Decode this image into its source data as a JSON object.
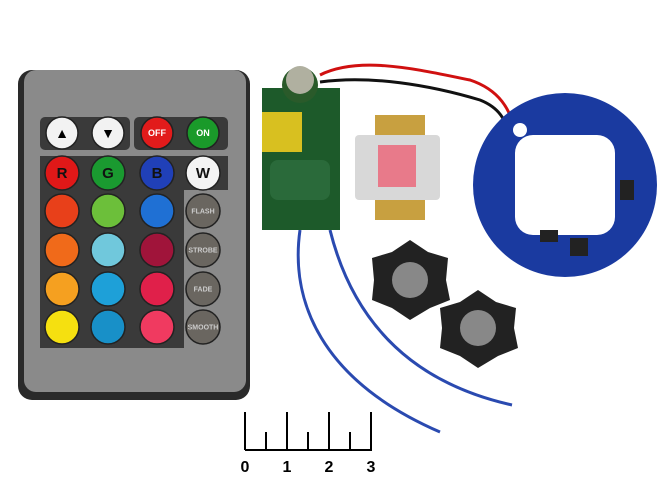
{
  "remote": {
    "top_buttons": [
      {
        "icon": "brightness-up-icon",
        "color": "#f2f2f2"
      },
      {
        "icon": "brightness-down-icon",
        "color": "#f2f2f2"
      },
      {
        "label": "OFF",
        "color": "#e21b1b"
      },
      {
        "label": "ON",
        "color": "#1a9a2a"
      }
    ],
    "rgbw": [
      {
        "label": "R",
        "color": "#e01818"
      },
      {
        "label": "G",
        "color": "#1a9a30"
      },
      {
        "label": "B",
        "color": "#2040b8"
      },
      {
        "label": "W",
        "color": "#f4f4f4"
      }
    ],
    "color_grid": [
      [
        "#e8401a",
        "#6cbf3a",
        "#1f70d4"
      ],
      [
        "#f06a1a",
        "#70c8dc",
        "#a0143a"
      ],
      [
        "#f5a020",
        "#1ea0d8",
        "#e0204a"
      ],
      [
        "#f5e010",
        "#1890c8",
        "#f03a60"
      ]
    ],
    "modes": [
      "FLASH",
      "STROBE",
      "FADE",
      "SMOOTH"
    ]
  },
  "scale": {
    "ticks": [
      "0",
      "1",
      "2",
      "3"
    ]
  },
  "colors": {
    "remote_body": "#8a8a8a",
    "pcb_blue": "#1a3aa0",
    "pcb_green": "#1d5a2a",
    "wire_blue": "#2a4ab0",
    "wire_red": "#d01010"
  }
}
